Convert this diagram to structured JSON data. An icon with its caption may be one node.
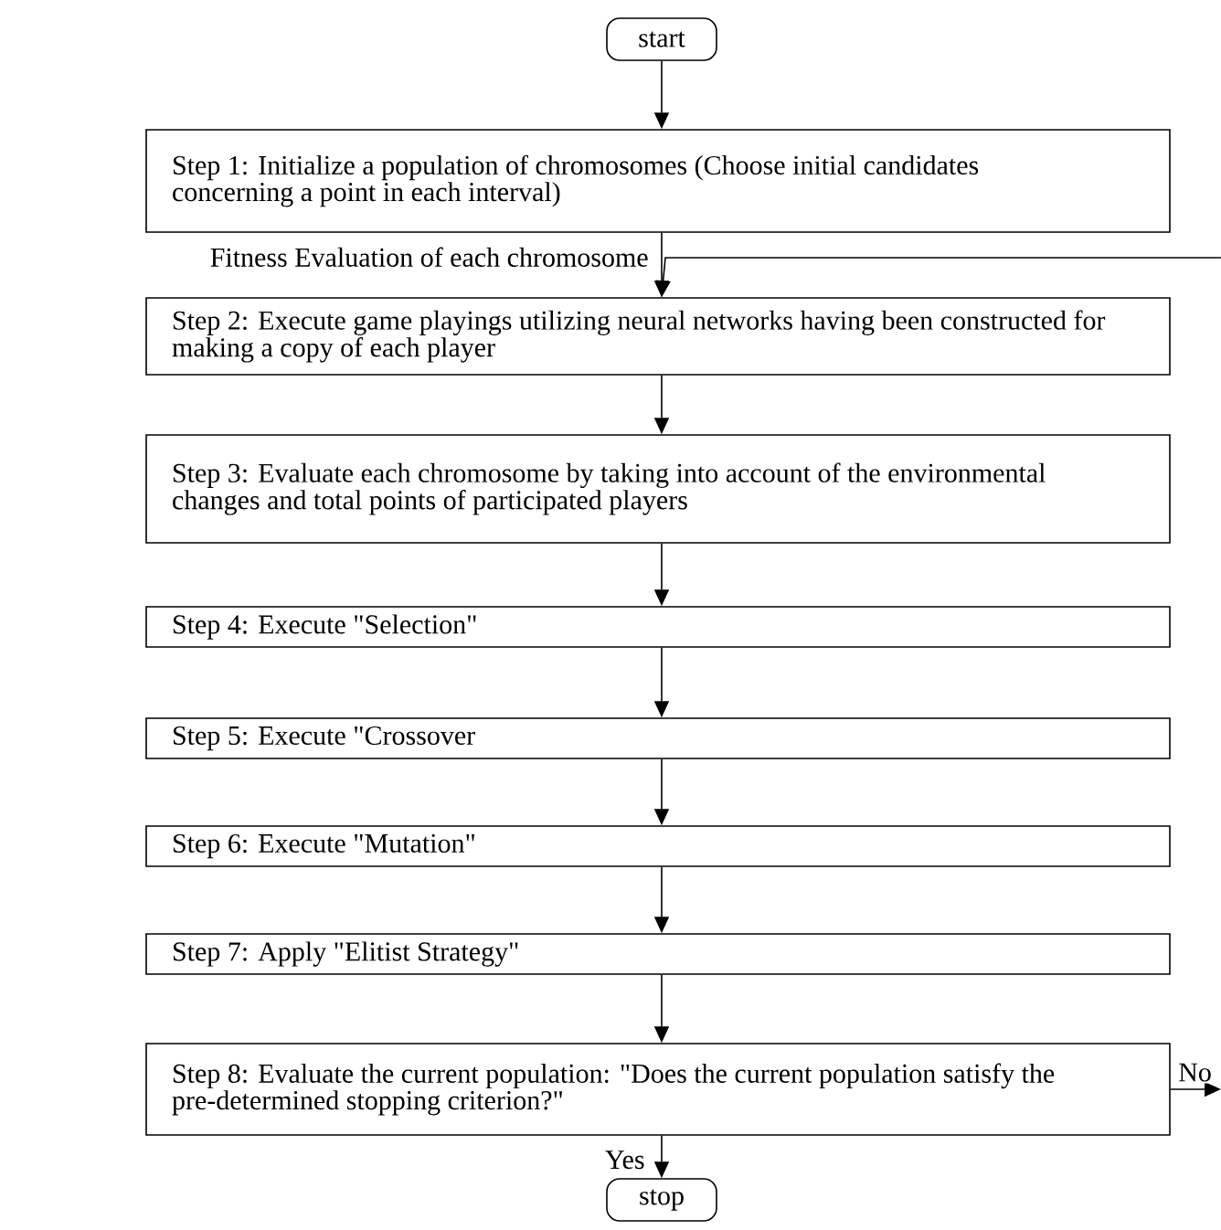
{
  "diagram": {
    "nodes": [
      {
        "text": [
          "start"
        ]
      },
      {
        "text": [
          "Step 1: Initialize a population of chromosomes (Choose initial candidates concerning a point in each interval)"
        ]
      },
      {
        "text": [
          "Step 2: Execute game playings utilizing neural networks having been constructed for making a copy of each player"
        ]
      },
      {
        "text": [
          "Step 3: Evaluate each chromosome by taking into account of the environmental changes and total points of participated players"
        ]
      },
      {
        "text": [
          "Step 4: Execute \"Selection\""
        ]
      },
      {
        "text": [
          "Step 5: Execute \"Crossover"
        ]
      },
      {
        "text": [
          "Step 6: Execute \"Mutation\""
        ]
      },
      {
        "text": [
          "Step 7: Apply \"Elitist Strategy\""
        ]
      },
      {
        "text": [
          "Step 8: Evaluate the current population: \"Does the current population satisfy the pre-determined stopping criterion?\""
        ]
      },
      {
        "text": [
          "stop"
        ]
      }
    ],
    "edges": [
      {
        "from": 0,
        "to": 1,
        "arrow": "to"
      },
      {
        "from": 1,
        "to": 2,
        "arrow": "to",
        "label": "Fitness Evaluation of each chromosome"
      },
      {
        "from": 2,
        "to": 3,
        "arrow": "to"
      },
      {
        "from": 3,
        "to": 4,
        "arrow": "to"
      },
      {
        "from": 4,
        "to": 5,
        "arrow": "to"
      },
      {
        "from": 5,
        "to": 6,
        "arrow": "to"
      },
      {
        "from": 6,
        "to": 7,
        "arrow": "to"
      },
      {
        "from": 7,
        "to": 8,
        "arrow": "to"
      },
      {
        "from": 8,
        "to": 9,
        "arrow": "to",
        "label": "Yes"
      },
      {
        "from": 8,
        "to": null,
        "arrow": "to",
        "label": "No"
      },
      {
        "from": null,
        "to": 2,
        "arrow": "to"
      }
    ]
  }
}
